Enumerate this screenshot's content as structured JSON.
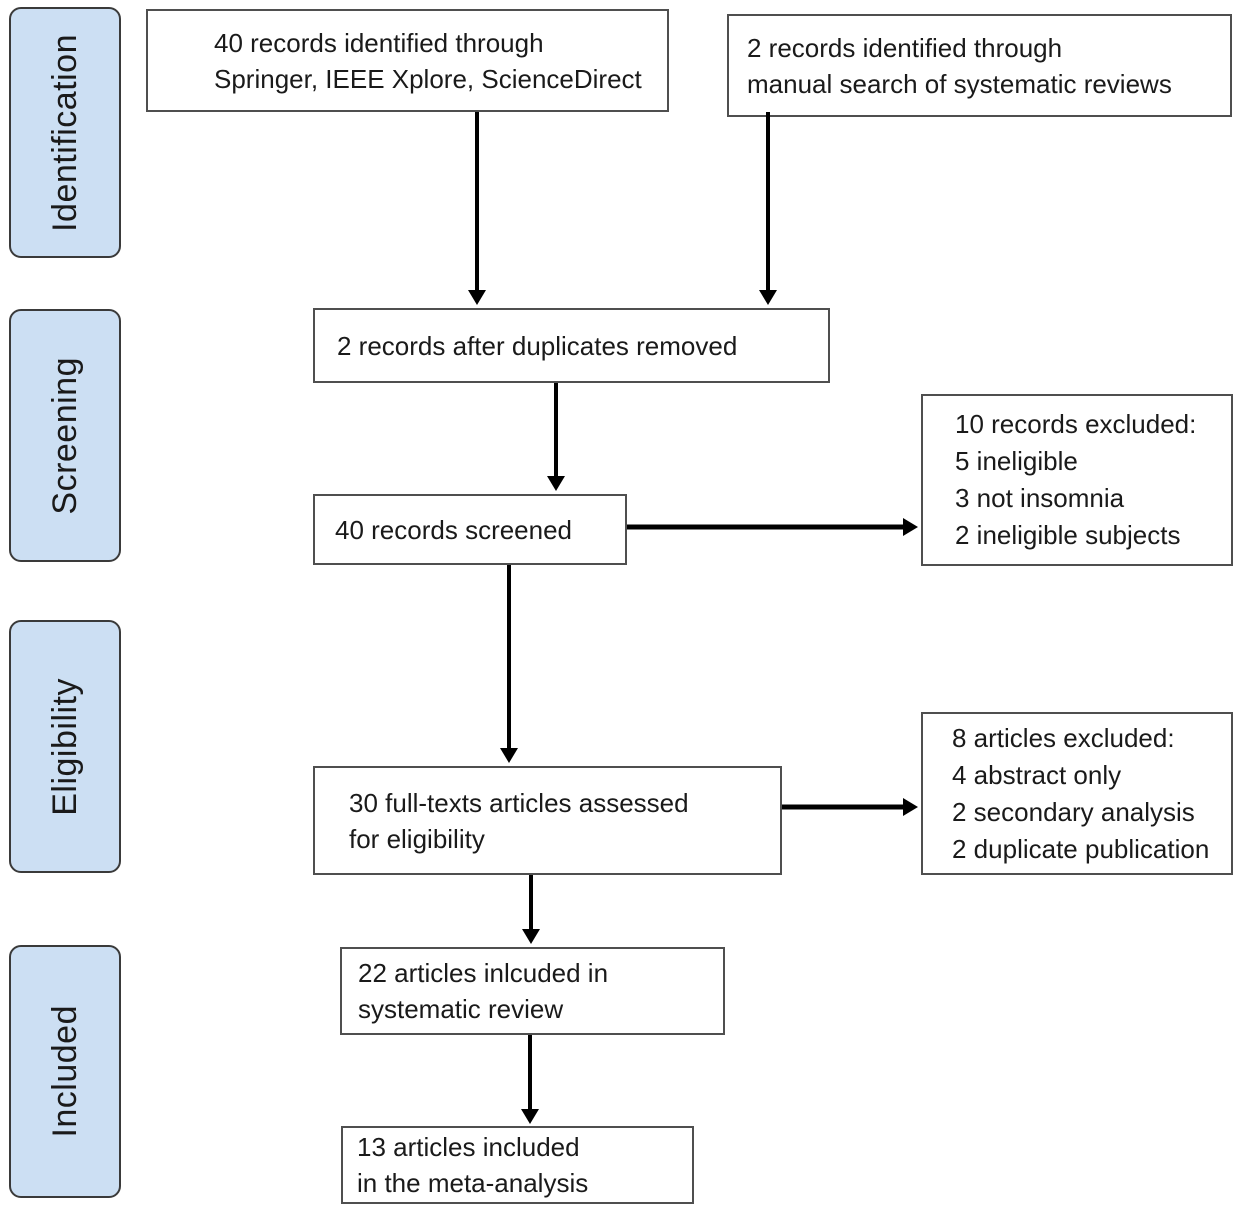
{
  "colors": {
    "stage_fill": "#ccdff3",
    "stage_border": "#3a3a3a",
    "box_border": "#4f4f4f",
    "arrow": "#000000",
    "text": "#1a1a1a",
    "background": "#ffffff"
  },
  "stages": [
    {
      "label": "Identification"
    },
    {
      "label": "Screening"
    },
    {
      "label": "Eligibility"
    },
    {
      "label": "Included"
    }
  ],
  "flow_boxes": {
    "records_identified_databases": {
      "lines": [
        "40 records identified through",
        "Springer, IEEE Xplore, ScienceDirect"
      ]
    },
    "records_identified_manual": {
      "lines": [
        "2 records identified through",
        "manual search of systematic reviews"
      ]
    },
    "records_after_duplicates": {
      "lines": [
        "2 records after duplicates removed"
      ]
    },
    "records_screened": {
      "lines": [
        "40 records screened"
      ]
    },
    "records_excluded": {
      "lines": [
        "10 records excluded:",
        "5 ineligible",
        "3 not insomnia",
        "2 ineligible subjects"
      ]
    },
    "fulltext_assessed": {
      "lines": [
        "30 full-texts articles assessed",
        "for eligibility"
      ]
    },
    "articles_excluded": {
      "lines": [
        "8 articles excluded:",
        "4 abstract only",
        "2 secondary analysis",
        "2 duplicate publication"
      ]
    },
    "included_systematic_review": {
      "lines": [
        "22 articles inlcuded in",
        "systematic review"
      ]
    },
    "included_meta_analysis": {
      "lines": [
        "13 articles included",
        "in the meta-analysis"
      ]
    }
  }
}
